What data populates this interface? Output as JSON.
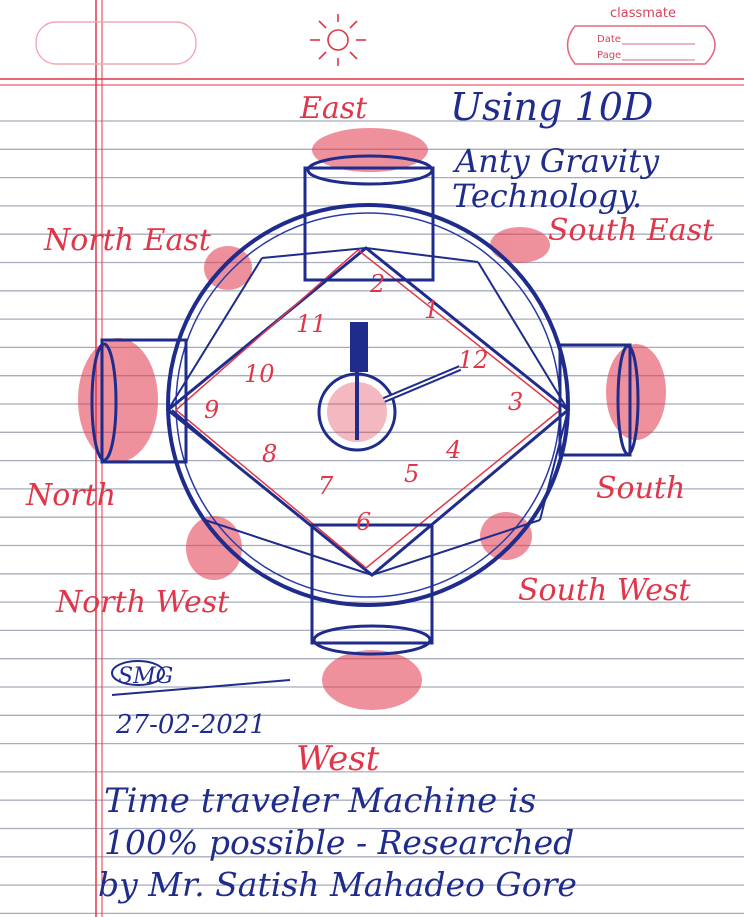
{
  "notebook": {
    "brand": "classmate",
    "date_label": "Date",
    "page_label": "Page"
  },
  "heading": {
    "line1": "Using 10D",
    "line2": "Anty Gravity",
    "line3": "Technology."
  },
  "directions": {
    "east": "East",
    "north_east": "North East",
    "south_east": "South East",
    "north": "North",
    "south": "South",
    "north_west": "North West",
    "south_west": "South West",
    "west": "West"
  },
  "clock_numbers": [
    "1",
    "2",
    "3",
    "4",
    "5",
    "6",
    "7",
    "8",
    "9",
    "10",
    "11",
    "12"
  ],
  "signature": {
    "initials": "SMG",
    "date": "27-02-2021"
  },
  "caption": {
    "line1": "Time traveler Machine is",
    "line2": "100% possible - Researched",
    "line3": "by Mr. Satish Mahadeo Gore"
  },
  "colors": {
    "paper": "#ffffff",
    "rule_lines": "#9aa0b0",
    "margin_line": "#e0364a",
    "red_ink": "#e0364a",
    "blue_ink": "#1f2c8c"
  }
}
